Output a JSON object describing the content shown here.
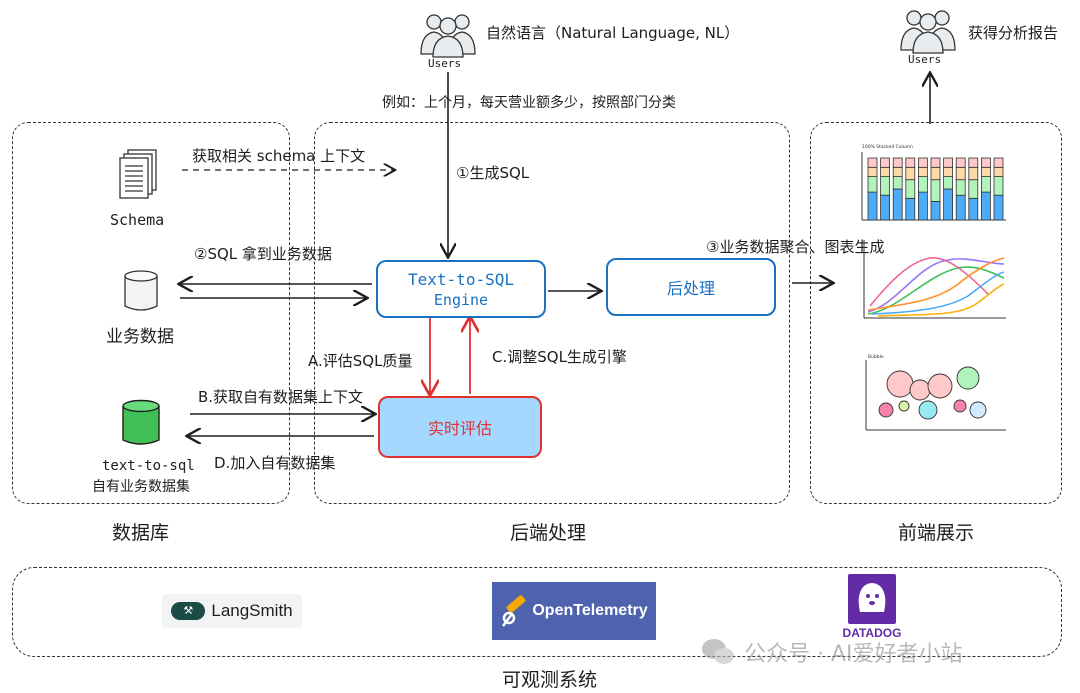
{
  "top_users": {
    "label": "Users",
    "text": "自然语言（Natural Language, NL）"
  },
  "example_text": "例如：上个月，每天营业额多少，按照部门分类",
  "output_users": {
    "label": "Users",
    "text": "获得分析报告"
  },
  "database": {
    "caption": "数据库",
    "schema_label": "Schema",
    "business_data_label": "业务数据",
    "dataset_label_line1": "text-to-sql",
    "dataset_label_line2": "自有业务数据集"
  },
  "backend": {
    "caption": "后端处理",
    "engine_line1": "Text-to-SQL",
    "engine_line2": "Engine",
    "post_process": "后处理",
    "realtime_eval": "实时评估"
  },
  "frontend": {
    "caption": "前端展示",
    "chart1_title": "100% Stacked Column",
    "chart3_title": "Bubble"
  },
  "arrows": {
    "get_schema": "获取相关 schema 上下文",
    "gen_sql": "①生成SQL",
    "sql_data": "②SQL 拿到业务数据",
    "aggregate": "③业务数据聚合、图表生成",
    "eval_quality": "A.评估SQL质量",
    "get_dataset": "B.获取自有数据集上下文",
    "adjust_engine": "C.调整SQL生成引擎",
    "add_dataset": "D.加入自有数据集"
  },
  "observability": {
    "caption": "可观测系统",
    "langsmith": "LangSmith",
    "opentelemetry": "OpenTelemetry",
    "datadog": "DATADOG"
  },
  "watermark": "公众号 · AI爱好者小站",
  "colors": {
    "engine_blue": "#1971c2",
    "eval_red": "#e03131",
    "eval_fill": "#a5d8ff",
    "db_green": "#40c057",
    "ot_purple": "#4f62ad",
    "datadog_purple": "#632ca6"
  }
}
